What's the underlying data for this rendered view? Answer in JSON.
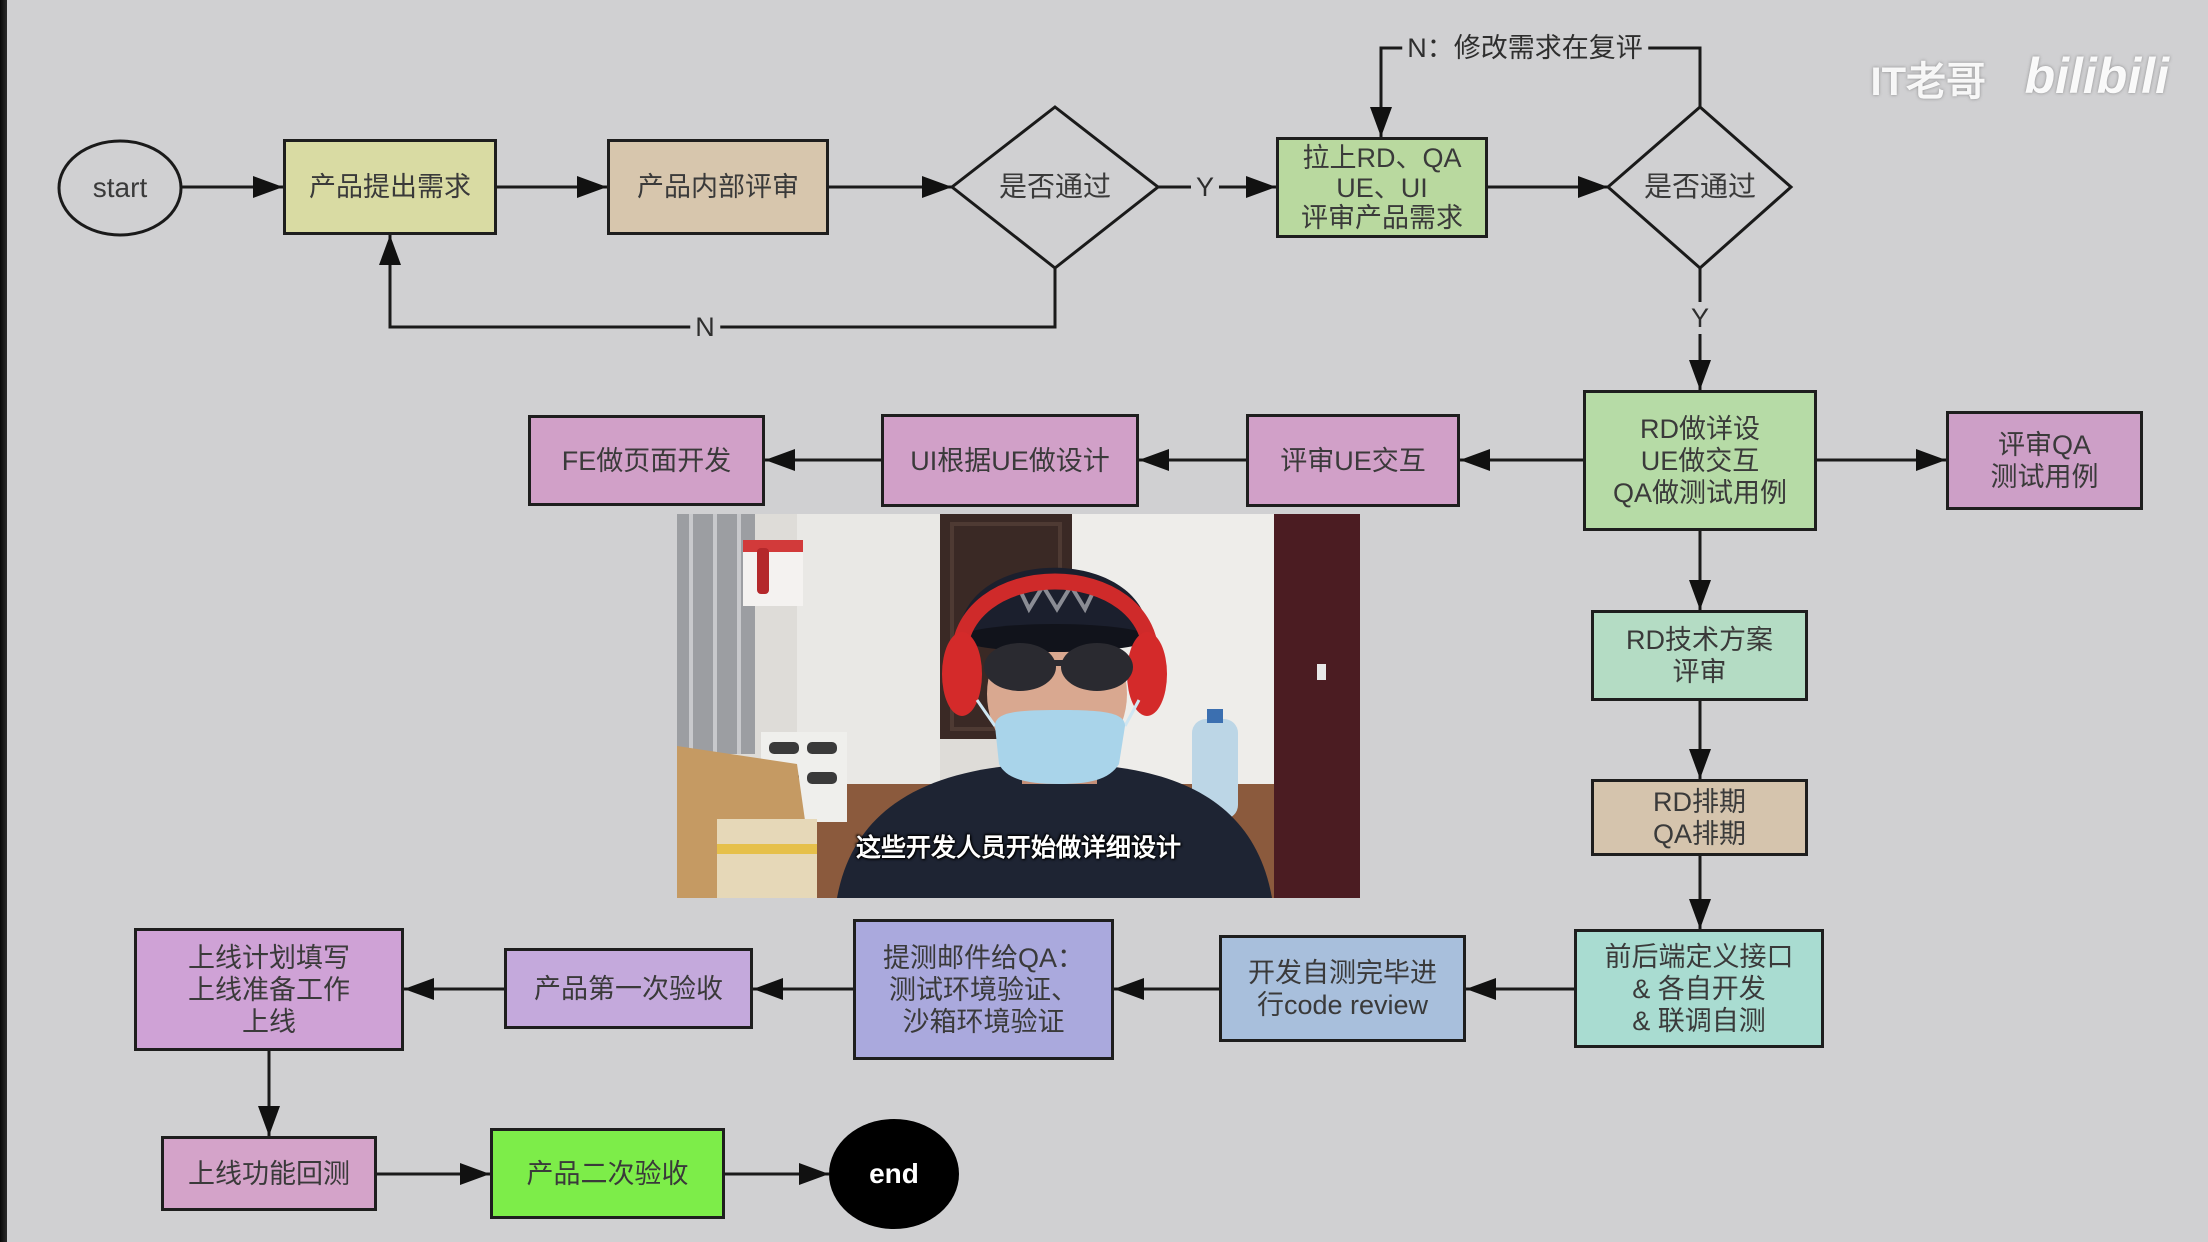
{
  "watermark": {
    "channel": "IT老哥",
    "logo": "bilibili"
  },
  "theme": {
    "background": "#d0d0d2"
  },
  "flowchart": {
    "terminals": {
      "start": {
        "text": "start"
      },
      "end": {
        "text": "end",
        "fill": "#000000"
      }
    },
    "decisions": {
      "first_check": {
        "text": "是否通过",
        "yes": "Y",
        "no": "N"
      },
      "second_check": {
        "text": "是否通过",
        "yes": "Y",
        "no": "N：修改需求在复评"
      }
    },
    "nodes": {
      "propose": {
        "lines": [
          "产品提出需求"
        ],
        "fill": "#d9dba3"
      },
      "internal_review": {
        "lines": [
          "产品内部评审"
        ],
        "fill": "#d7c6ad"
      },
      "team_review": {
        "lines": [
          "拉上RD、QA",
          "UE、UI",
          "评审产品需求"
        ],
        "fill": "#b9d99f"
      },
      "detail_design": {
        "lines": [
          "RD做详设",
          "UE做交互",
          "QA做测试用例"
        ],
        "fill": "#b6dba6"
      },
      "qa_case_review": {
        "lines": [
          "评审QA",
          "测试用例"
        ],
        "fill": "#cd9fc7"
      },
      "ue_review": {
        "lines": [
          "评审UE交互"
        ],
        "fill": "#d1a0c8"
      },
      "ui_design": {
        "lines": [
          "UI根据UE做设计"
        ],
        "fill": "#d1a0c8"
      },
      "fe_dev": {
        "lines": [
          "FE做页面开发"
        ],
        "fill": "#d1a0c8"
      },
      "tech_review": {
        "lines": [
          "RD技术方案",
          "评审"
        ],
        "fill": "#b4dcc4"
      },
      "schedule": {
        "lines": [
          "RD排期",
          "QA排期"
        ],
        "fill": "#d5c4ad"
      },
      "interface": {
        "lines": [
          "前后端定义接口",
          "& 各自开发",
          "& 联调自测"
        ],
        "fill": "#a9dcd1"
      },
      "self_test": {
        "lines": [
          "开发自测完毕进",
          "行code review"
        ],
        "fill": "#a8bfdc"
      },
      "submit_test": {
        "lines": [
          "提测邮件给QA：",
          "测试环境验证、",
          "沙箱环境验证"
        ],
        "fill": "#aaa9dd"
      },
      "first_accept": {
        "lines": [
          "产品第一次验收"
        ],
        "fill": "#c4a9dc"
      },
      "release": {
        "lines": [
          "上线计划填写",
          "上线准备工作",
          "上线"
        ],
        "fill": "#cfa2d6"
      },
      "regression": {
        "lines": [
          "上线功能回测"
        ],
        "fill": "#d4a3c9"
      },
      "second_accept": {
        "lines": [
          "产品二次验收"
        ],
        "fill": "#7ded49"
      }
    }
  },
  "video": {
    "subtitle": "这些开发人员开始做详细设计"
  }
}
